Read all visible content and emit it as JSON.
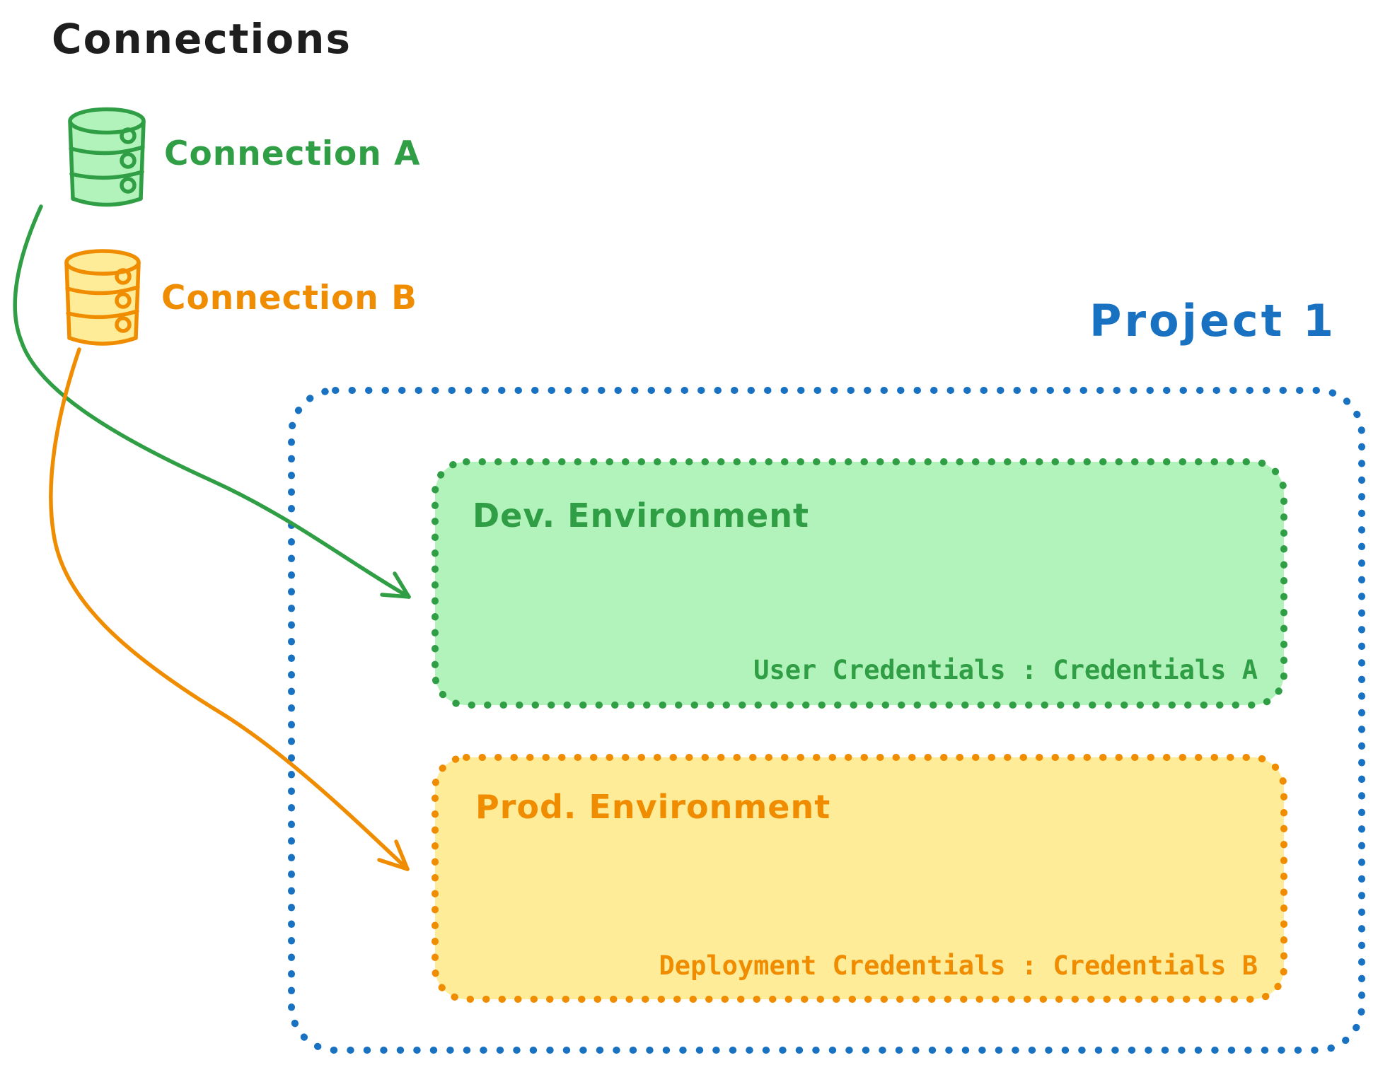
{
  "diagram_title": "Connections",
  "colors": {
    "text_black": "#1e1e1e",
    "green_stroke": "#2f9e44",
    "green_fill": "#b2f2bb",
    "orange_stroke": "#f08c00",
    "orange_fill": "#ffec99",
    "blue_stroke": "#1971c2",
    "background": "#ffffff"
  },
  "connections": [
    {
      "label": "Connection A",
      "icon": "database-icon",
      "color": "#2f9e44"
    },
    {
      "label": "Connection B",
      "icon": "database-icon",
      "color": "#f08c00"
    }
  ],
  "project": {
    "title": "Project 1",
    "environments": [
      {
        "name": "Dev. Environment",
        "credentials_text": "User Credentials : Credentials A"
      },
      {
        "name": "Prod. Environment",
        "credentials_text": "Deployment Credentials : Credentials B"
      }
    ]
  },
  "arrows": [
    {
      "from": "Connection A",
      "to": "Dev. Environment",
      "color": "#2f9e44"
    },
    {
      "from": "Connection B",
      "to": "Prod. Environment",
      "color": "#f08c00"
    }
  ]
}
